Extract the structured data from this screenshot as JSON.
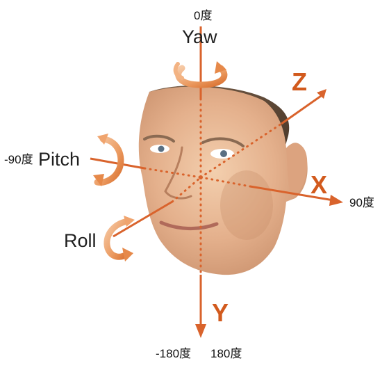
{
  "diagram": {
    "axes": {
      "yaw": "Yaw",
      "pitch": "Pitch",
      "roll": "Roll",
      "x": "X",
      "y": "Y",
      "z": "Z"
    },
    "angles": {
      "top": "0度",
      "left": "-90度",
      "right": "90度",
      "bottom_left": "-180度",
      "bottom_right": "180度"
    },
    "colors": {
      "axis": "#d9632c",
      "rotation_arrow": "#f0a46e",
      "skin": "#e6b894",
      "hair": "#5b4634"
    }
  }
}
